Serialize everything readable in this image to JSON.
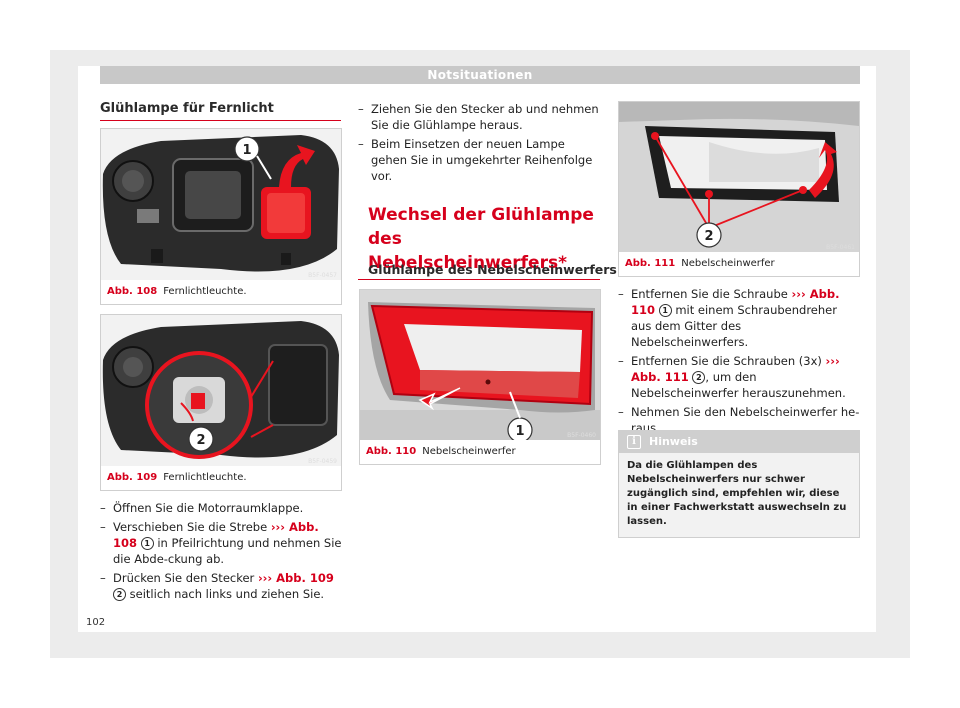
{
  "header": {
    "title": "Notsituationen"
  },
  "left": {
    "section_title": "Glühlampe für Fernlicht",
    "fig1": {
      "abb": "Abb. 108",
      "caption": "Fernlichtleuchte.",
      "code": "B5F-0457",
      "callout": "1"
    },
    "fig2": {
      "abb": "Abb. 109",
      "caption": "Fernlichtleuchte.",
      "code": "B5F-0459",
      "callout": "2"
    },
    "steps": [
      {
        "pre": "Öffnen Sie die Motorraumklappe.",
        "ref": "",
        "badge": "",
        "post": ""
      },
      {
        "pre": "Verschieben Sie die Strebe ",
        "ref": "››› Abb. 108",
        "badge": "1",
        "post": " in Pfeilrichtung und nehmen Sie die Abde-ckung ab."
      },
      {
        "pre": "Drücken Sie den Stecker ",
        "ref": "››› Abb. 109",
        "badge": "2",
        "post": " seitlich nach links und ziehen Sie."
      }
    ]
  },
  "middle": {
    "steps": [
      {
        "text": "Ziehen Sie den Stecker ab und nehmen Sie die Glühlampe heraus."
      },
      {
        "text": "Beim Einsetzen der neuen Lampe gehen Sie in umgekehrter Reihenfolge vor."
      }
    ],
    "heading": "Wechsel der Glühlampe des Nebelscheinwerfers*",
    "section_title": "Glühlampe des Nebelscheinwerfers",
    "fig3": {
      "abb": "Abb. 110",
      "caption": "Nebelscheinwerfer",
      "code": "B5F-0460",
      "callout": "1"
    }
  },
  "right": {
    "fig4": {
      "abb": "Abb. 111",
      "caption": "Nebelscheinwerfer",
      "code": "B5F-0461",
      "callout": "2"
    },
    "steps": [
      {
        "pre": "Entfernen Sie die Schraube ",
        "ref": "››› Abb. 110",
        "badge": "1",
        "post": " mit einem Schraubendreher aus dem Gitter des Nebelscheinwerfers."
      },
      {
        "pre": "Entfernen Sie die Schrauben (3x) ",
        "ref": "››› Abb. 111",
        "badge": "2",
        "post": ", um den Nebelscheinwerfer herauszunehmen."
      },
      {
        "pre": "Nehmen Sie den Nebelscheinwerfer he-raus.",
        "ref": "",
        "badge": "",
        "post": ""
      }
    ],
    "note": {
      "title": "Hinweis",
      "body": "Da die Glühlampen des Nebelscheinwerfers nur schwer zugänglich sind, empfehlen wir, diese in einer Fachwerkstatt auswechseln zu lassen."
    }
  },
  "footer": {
    "page_number": "102"
  },
  "colors": {
    "accent": "#d6001c",
    "header_bg": "#c8c8c8"
  }
}
